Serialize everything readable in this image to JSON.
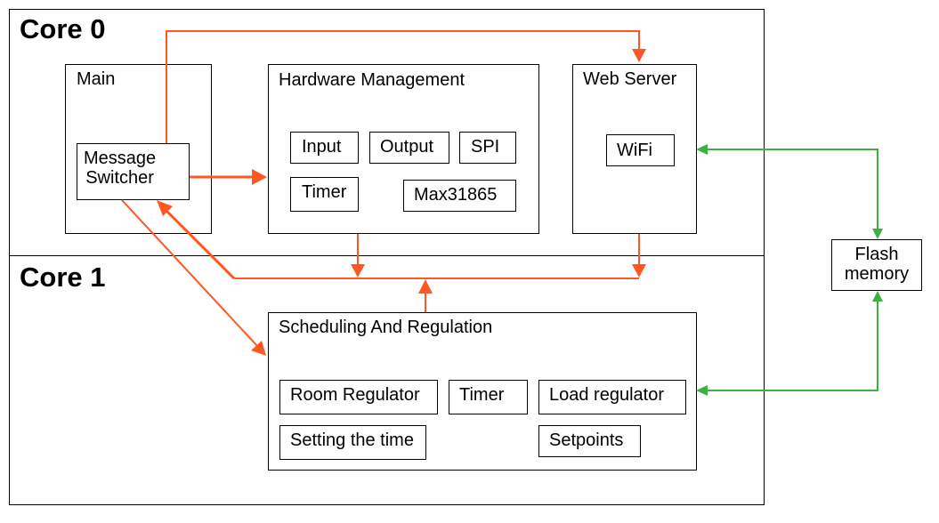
{
  "cores": {
    "core0": "Core 0",
    "core1": "Core 1"
  },
  "main": {
    "title": "Main",
    "message_switcher": "Message\nSwitcher"
  },
  "hardware": {
    "title": "Hardware Management",
    "input": "Input",
    "output": "Output",
    "spi": "SPI",
    "timer": "Timer",
    "max": "Max31865"
  },
  "web": {
    "title": "Web Server",
    "wifi": "WiFi"
  },
  "flash": {
    "label": "Flash\nmemory"
  },
  "scheduling": {
    "title": "Scheduling And Regulation",
    "room_regulator": "Room Regulator",
    "timer": "Timer",
    "load_regulator": "Load regulator",
    "setting_time": "Setting the time",
    "setpoints": "Setpoints"
  },
  "colors": {
    "orange": "#ff5722",
    "green": "#3cb043",
    "line": "#000000"
  }
}
